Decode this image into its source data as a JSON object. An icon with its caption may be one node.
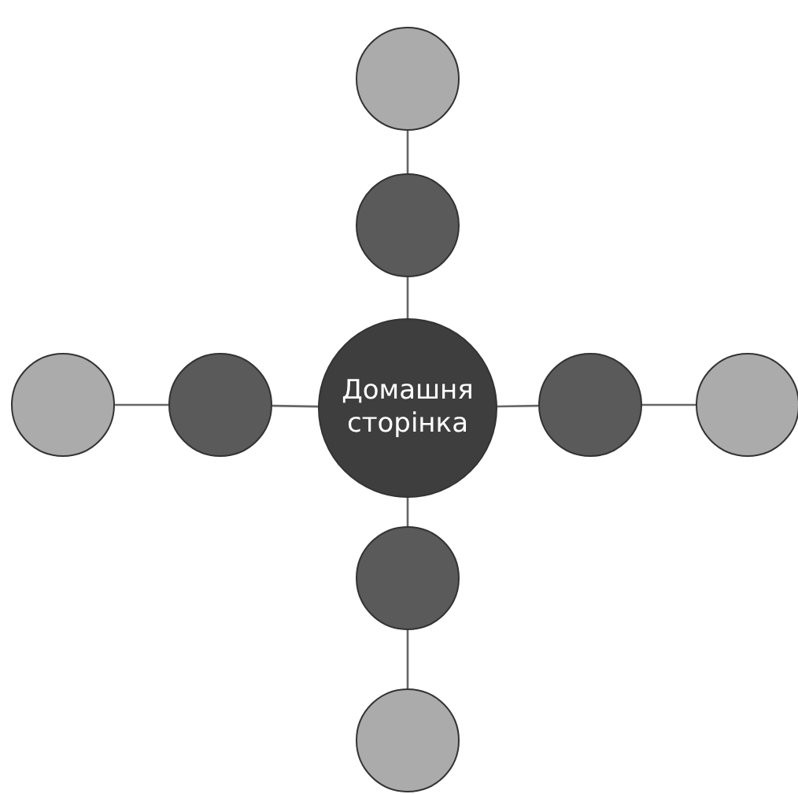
{
  "diagram": {
    "nodes": [
      {
        "text": [],
        "shape": "circle"
      },
      {
        "text": [],
        "shape": "circle"
      },
      {
        "text": [],
        "shape": "circle"
      },
      {
        "text": [],
        "shape": "circle"
      },
      {
        "text": [
          "Домашня сторінка"
        ]
      },
      {
        "text": [],
        "shape": "circle"
      },
      {
        "text": [],
        "shape": "circle"
      },
      {
        "text": [],
        "shape": "circle"
      },
      {
        "text": [],
        "shape": "circle"
      }
    ],
    "edges": [
      {
        "from": 0,
        "to": 1,
        "arrow": "none"
      },
      {
        "from": 1,
        "to": 4,
        "arrow": "none"
      },
      {
        "from": 2,
        "to": 3,
        "arrow": "none"
      },
      {
        "from": 3,
        "to": 4,
        "arrow": "none"
      },
      {
        "from": 4,
        "to": 5,
        "arrow": "none"
      },
      {
        "from": 5,
        "to": 6,
        "arrow": "none"
      },
      {
        "from": 4,
        "to": 7,
        "arrow": "none"
      },
      {
        "from": 7,
        "to": 8,
        "arrow": "none"
      }
    ]
  }
}
